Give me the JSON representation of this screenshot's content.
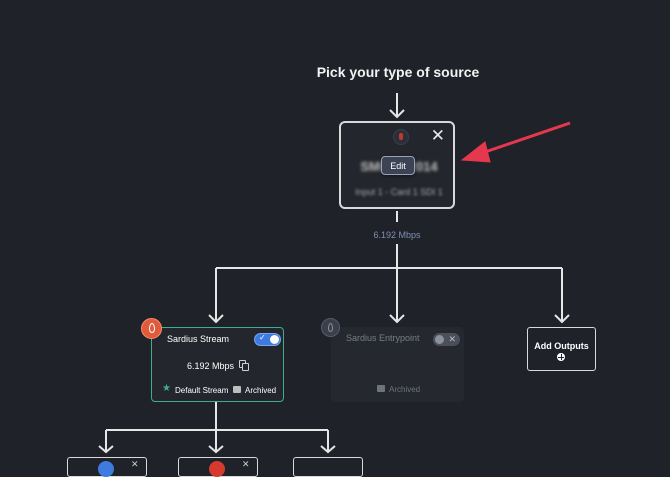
{
  "header": {
    "title": "Pick your type of source"
  },
  "source": {
    "title_blurred": "SMPTE 2014",
    "subtitle_blurred": "Input 1 - Card 1 SDI 1",
    "edit_label": "Edit",
    "close_glyph": "✕",
    "bitrate": "6.192 Mbps"
  },
  "outputs": [
    {
      "name": "Sardius Stream",
      "enabled": true,
      "toggle_glyph": "✓",
      "bitrate": "6.192 Mbps",
      "default_label": "Default Stream",
      "archived_label": "Archived"
    },
    {
      "name": "Sardius Entrypoint",
      "enabled": false,
      "toggle_glyph": "✕",
      "archived_label": "Archived"
    }
  ],
  "add_outputs": {
    "label": "Add Outputs"
  },
  "colors": {
    "background": "#1f2228",
    "accent_arrow": "#e5384e",
    "active_border": "#3fae8c",
    "toggle_on": "#3e7be0",
    "bitrate_text": "#7f8fb5",
    "badge_red": "#e05a3c"
  },
  "icons": [
    "close-icon",
    "copy-icon",
    "star-icon",
    "archive-icon",
    "plus-icon",
    "source-logo-icon"
  ]
}
